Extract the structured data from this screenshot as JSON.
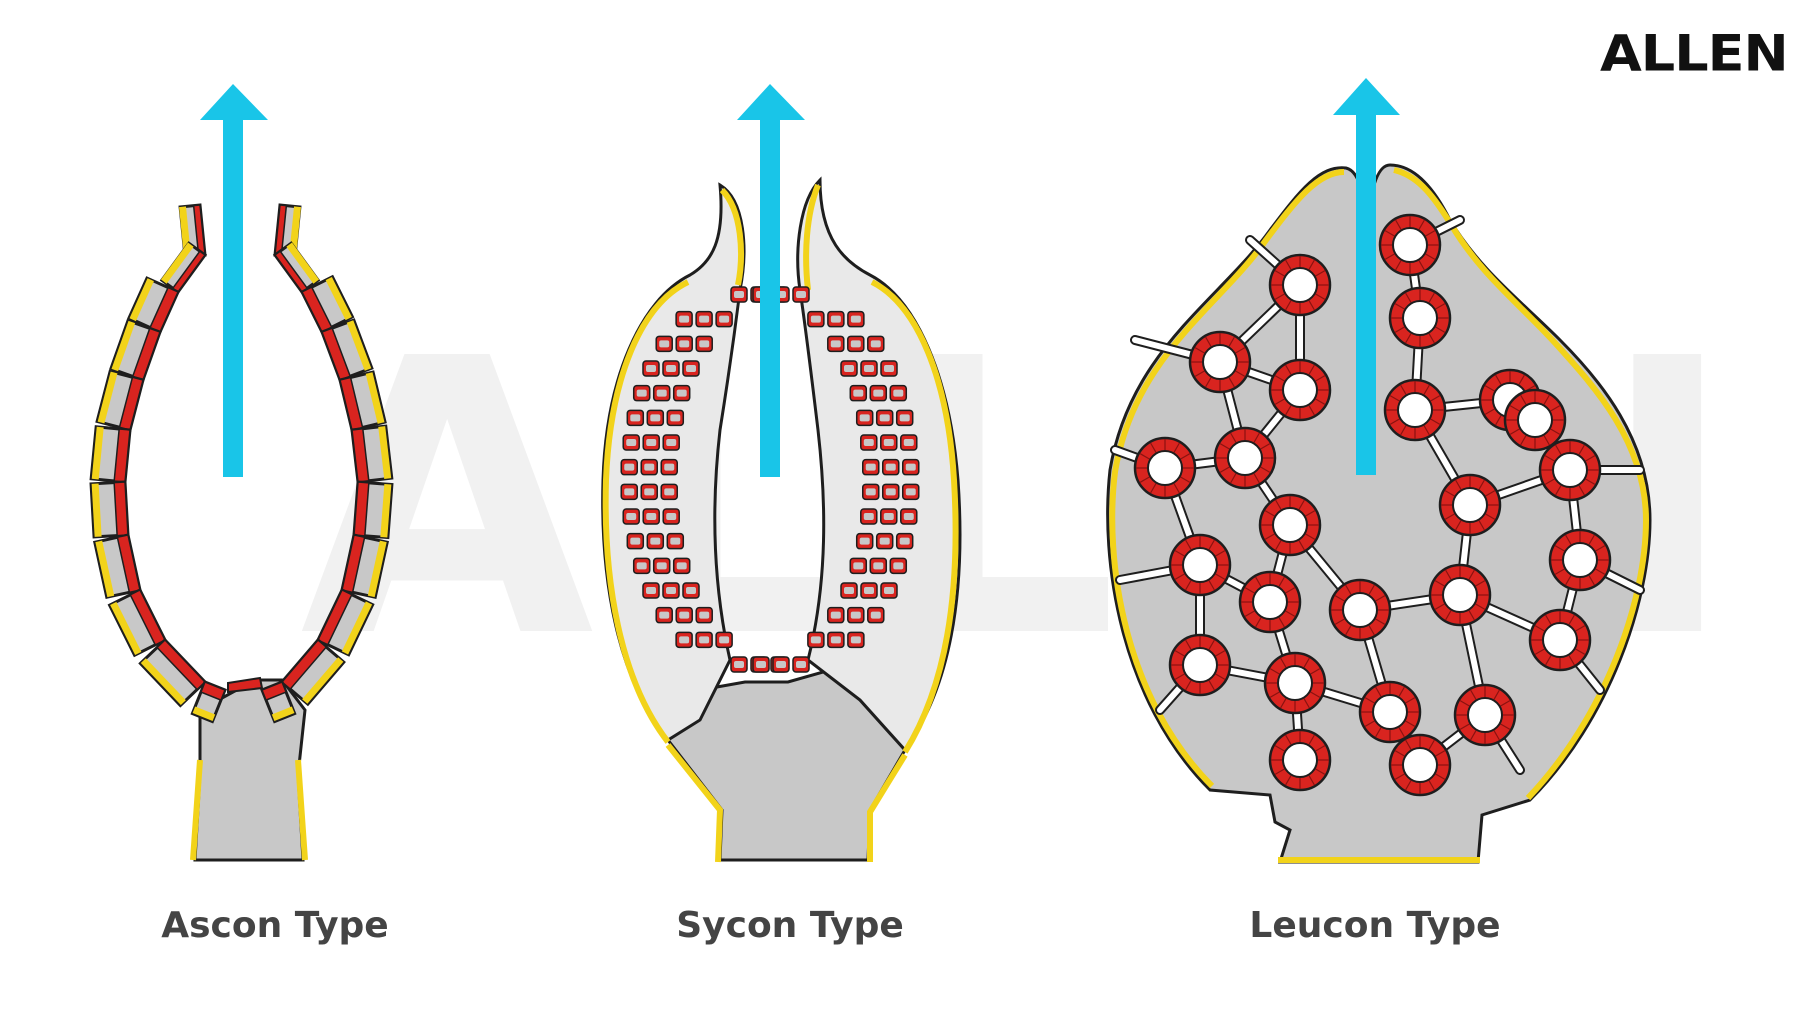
{
  "brand": {
    "logo_text": "ALLEN"
  },
  "watermark": {
    "text": "ALLEN"
  },
  "colors": {
    "background": "#ffffff",
    "body": "#c8c8c8",
    "outline": "#1e1e1e",
    "pinacoderm": "#f2d31a",
    "choanocyte": "#d9241f",
    "water_flow_arrow": "#19c5e8",
    "label_text": "#444444"
  },
  "diagrams": [
    {
      "id": "ascon",
      "label": "Ascon Type"
    },
    {
      "id": "sycon",
      "label": "Sycon Type"
    },
    {
      "id": "leucon",
      "label": "Leucon Type"
    }
  ]
}
